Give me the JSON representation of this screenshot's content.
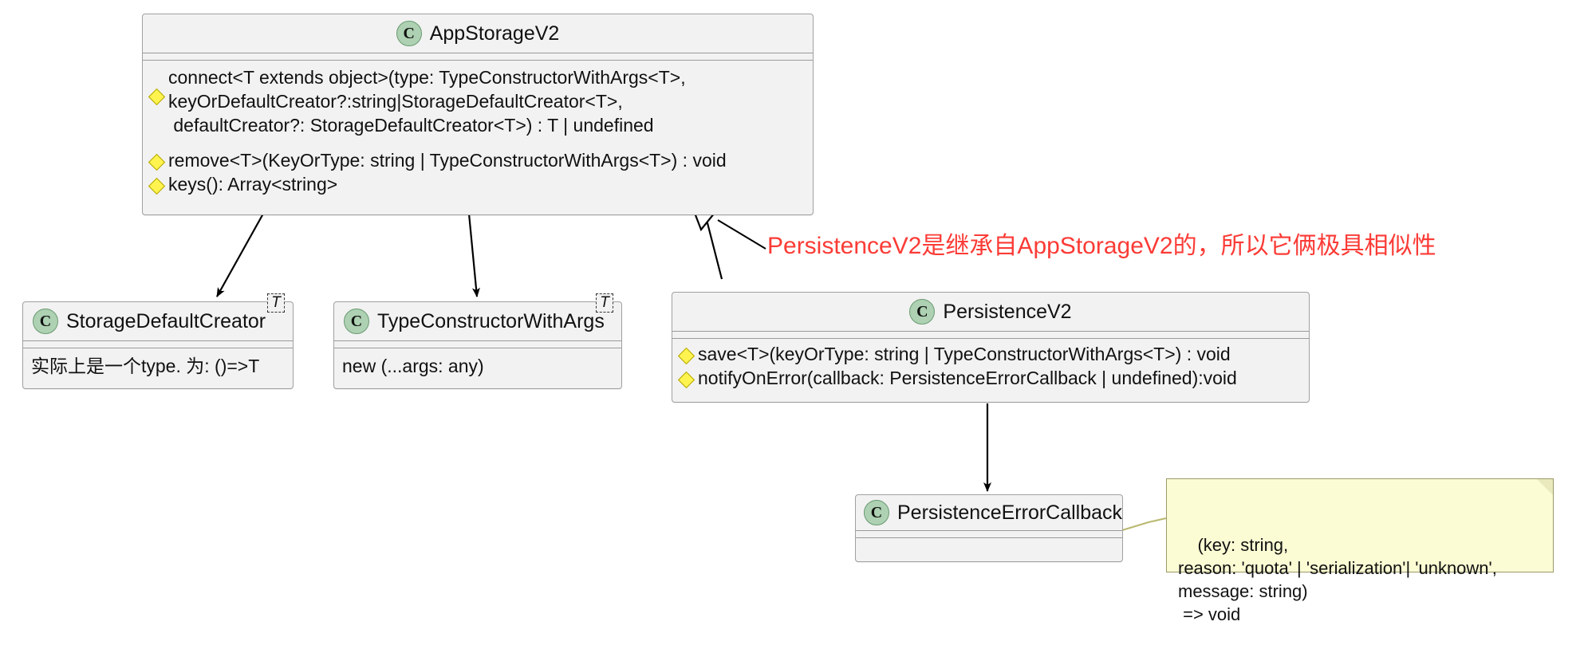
{
  "diagram": {
    "type": "uml-class-diagram",
    "background": "#ffffff",
    "colors": {
      "class_fill": "#f2f2f2",
      "class_border": "#a0a0a0",
      "stereotype_badge": "#add1b2",
      "method_marker": "#fff44f",
      "note_fill": "#fbfbd4",
      "note_border": "#9a9a6a",
      "annotation_text": "#fb3b36",
      "edge": "#000000"
    }
  },
  "classes": {
    "app_storage_v2": {
      "stereotype": "C",
      "name": "AppStorageV2",
      "methods": [
        "connect<T extends object>(type: TypeConstructorWithArgs<T>,\nkeyOrDefaultCreator?:string|StorageDefaultCreator<T>,\n defaultCreator?: StorageDefaultCreator<T>) : T | undefined",
        "remove<T>(KeyOrType: string | TypeConstructorWithArgs<T>) : void",
        "keys(): Array<string>"
      ]
    },
    "storage_default_creator": {
      "stereotype": "C",
      "name": "StorageDefaultCreator",
      "type_parameter": "T",
      "body": "实际上是一个type. 为: ()=>T"
    },
    "type_constructor_with_args": {
      "stereotype": "C",
      "name": "TypeConstructorWithArgs",
      "type_parameter": "T",
      "body": "new (...args: any)"
    },
    "persistence_v2": {
      "stereotype": "C",
      "name": "PersistenceV2",
      "methods": [
        "save<T>(keyOrType: string | TypeConstructorWithArgs<T>) : void",
        "notifyOnError(callback: PersistenceErrorCallback | undefined):void"
      ]
    },
    "persistence_error_callback": {
      "stereotype": "C",
      "name": "PersistenceErrorCallback"
    }
  },
  "note": {
    "text": "(key: string,\nreason: 'quota' | 'serialization'| 'unknown',\nmessage: string)\n => void"
  },
  "annotation": {
    "text": "PersistenceV2是继承自AppStorageV2的，所以它俩极具相似性"
  },
  "relationships": [
    {
      "from": "AppStorageV2",
      "to": "StorageDefaultCreator",
      "kind": "dependency-arrow"
    },
    {
      "from": "AppStorageV2",
      "to": "TypeConstructorWithArgs",
      "kind": "dependency-arrow"
    },
    {
      "from": "PersistenceV2",
      "to": "AppStorageV2",
      "kind": "generalization-hollow-triangle"
    },
    {
      "from": "PersistenceV2",
      "to": "PersistenceErrorCallback",
      "kind": "dependency-arrow"
    },
    {
      "from": "PersistenceErrorCallback",
      "to": "note",
      "kind": "note-link"
    }
  ]
}
